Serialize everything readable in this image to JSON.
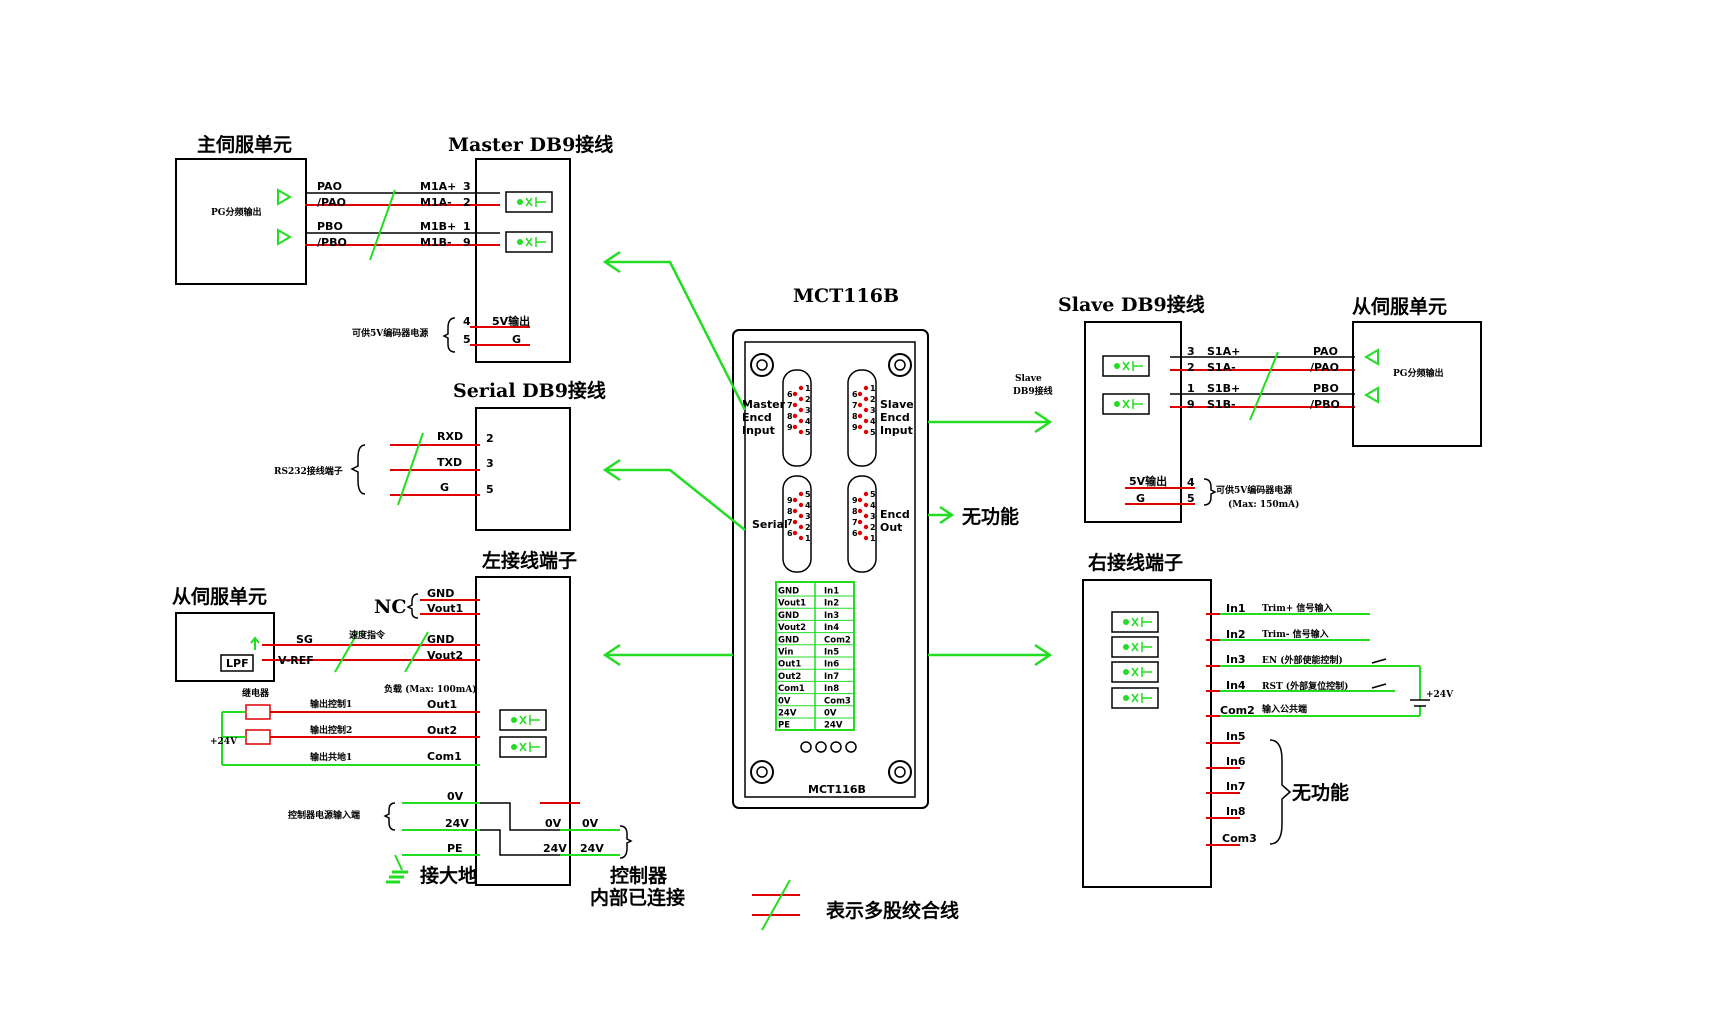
{
  "titles": {
    "master_servo": "主伺服单元",
    "master_db9": "Master DB9接线",
    "serial_db9": "Serial DB9接线",
    "left_terminal": "左接线端子",
    "slave_servo_left": "从伺服单元",
    "center_model": "MCT116B",
    "slave_db9": "Slave DB9接线",
    "slave_servo_right": "从伺服单元",
    "right_terminal": "右接线端子"
  },
  "master": {
    "pg_out": "PG分频输出",
    "signals": [
      "PAO",
      "/PAO",
      "PBO",
      "/PBO"
    ],
    "db9_signals": [
      "M1A+",
      "M1A-",
      "M1B+",
      "M1B-"
    ],
    "db9_pins": [
      "3",
      "2",
      "1",
      "9"
    ],
    "power_pins": [
      "4",
      "5"
    ],
    "power_labels": [
      "5V输出",
      "G"
    ],
    "power_note": "可供5V编码器电源"
  },
  "serial": {
    "signals": [
      "RXD",
      "TXD",
      "G"
    ],
    "pins": [
      "2",
      "3",
      "5"
    ],
    "note": "RS232接线端子"
  },
  "left_terminal": {
    "nc": "NC",
    "nc_signals": [
      "GND",
      "Vout1"
    ],
    "sg": "SG",
    "vref": "V-REF",
    "lpf": "LPF",
    "speed_cmd": "速度指令",
    "analog_signals": [
      "GND",
      "Vout2"
    ],
    "load": "负载 (Max: 100mA)",
    "relay": "继电器",
    "outputs": [
      "Out1",
      "Out2",
      "Com1"
    ],
    "output_notes": [
      "输出控制1",
      "输出控制2",
      "输出共地1"
    ],
    "supply": "+24V",
    "power_signals": [
      "0V",
      "24V",
      "PE"
    ],
    "power_note": "控制器电源输入端",
    "ground": "接大地",
    "internal_signals": [
      "0V",
      "0V",
      "24V",
      "24V"
    ],
    "internal_note_1": "控制器",
    "internal_note_2": "内部已连接"
  },
  "center": {
    "model_bottom": "MCT116B",
    "master_port": [
      "Master",
      "Encd",
      "Input"
    ],
    "slave_port": [
      "Slave",
      "Encd",
      "Input"
    ],
    "serial_port": "Serial",
    "encd_out": [
      "Encd",
      "Out"
    ],
    "no_function": "无功能",
    "pin_top_left": [
      "6",
      "7",
      "8",
      "9"
    ],
    "pin_top_right": [
      "1",
      "2",
      "3",
      "4",
      "5"
    ],
    "pin_bot_left": [
      "9",
      "8",
      "7",
      "6"
    ],
    "pin_bot_right": [
      "5",
      "4",
      "3",
      "2",
      "1"
    ],
    "terminals_left": [
      "GND",
      "Vout1",
      "GND",
      "Vout2",
      "GND",
      "Vin",
      "Out1",
      "Out2",
      "Com1",
      "0V",
      "24V",
      "PE"
    ],
    "terminals_right": [
      "In1",
      "In2",
      "In3",
      "In4",
      "Com2",
      "In5",
      "In6",
      "In7",
      "In8",
      "Com3",
      "0V",
      "24V"
    ]
  },
  "slave": {
    "side_label_1": "Slave",
    "side_label_2": "DB9接线",
    "db9_pins": [
      "3",
      "2",
      "1",
      "9"
    ],
    "db9_signals": [
      "S1A+",
      "S1A-",
      "S1B+",
      "S1B-"
    ],
    "signals": [
      "PAO",
      "/PAO",
      "PBO",
      "/PBO"
    ],
    "pg_out": "PG分频输出",
    "power_labels": [
      "5V输出",
      "G"
    ],
    "power_pins": [
      "4",
      "5"
    ],
    "power_note": "可供5V编码器电源",
    "power_note_2": "(Max: 150mA)"
  },
  "right_terminal": {
    "inputs": [
      "In1",
      "In2",
      "In3",
      "In4",
      "Com2"
    ],
    "input_notes": [
      "Trim+ 信号输入",
      "Trim- 信号输入",
      "EN (外部使能控制)",
      "RST (外部复位控制)",
      "输入公共端"
    ],
    "supply": "+24V",
    "unused": [
      "In5",
      "In6",
      "In7",
      "In8",
      "Com3"
    ],
    "no_function": "无功能"
  },
  "legend": {
    "text": "表示多股绞合线"
  }
}
